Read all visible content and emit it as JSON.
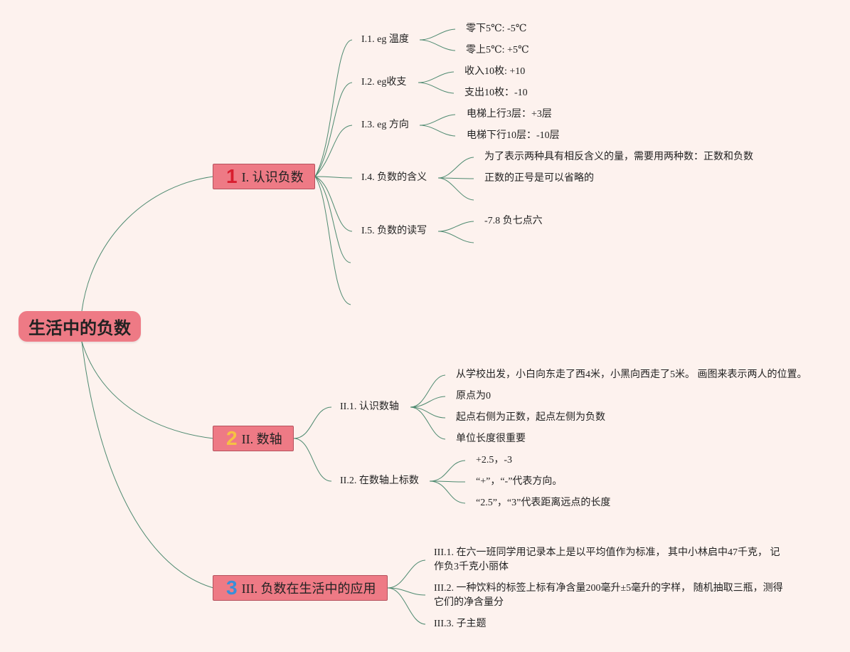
{
  "root": {
    "label": "生活中的负数"
  },
  "branches": [
    {
      "num": "1",
      "num_color": "#d81e2f",
      "label": "I. 认识负数",
      "children": [
        {
          "label": "I.1. eg 温度",
          "children": [
            "零下5℃: -5℃",
            "零上5℃: +5℃"
          ]
        },
        {
          "label": "I.2. eg收支",
          "children": [
            "收入10枚: +10",
            "支出10枚：-10"
          ]
        },
        {
          "label": "I.3. eg 方向",
          "children": [
            "电梯上行3层：+3层",
            "电梯下行10层：-10层"
          ]
        },
        {
          "label": "I.4. 负数的含义",
          "children": [
            "为了表示两种具有相反含义的量，需要用两种数：正数和负数",
            "正数的正号是可以省略的"
          ]
        },
        {
          "label": "I.5. 负数的读写",
          "children": [
            "-7.8 负七点六"
          ]
        }
      ]
    },
    {
      "num": "2",
      "num_color": "#f6c243",
      "label": "II. 数轴",
      "children": [
        {
          "label": "II.1. 认识数轴",
          "children": [
            "从学校出发，小白向东走了西4米，小黑向西走了5米。 画图来表示两人的位置。",
            "原点为0",
            "起点右侧为正数，起点左侧为负数",
            "单位长度很重要"
          ]
        },
        {
          "label": "II.2. 在数轴上标数",
          "children": [
            "+2.5，-3",
            "“+”，“-”代表方向。",
            "“2.5”，“3”代表距离远点的长度"
          ]
        }
      ]
    },
    {
      "num": "3",
      "num_color": "#3a8fd8",
      "label": "III. 负数在生活中的应用",
      "children": [
        {
          "label": "III.1. 在六一班同学用记录本上是以平均值作为标准， 其中小林启中47千克， 记作负3千克小丽体"
        },
        {
          "label": "III.2. 一种饮料的标签上标有净含量200毫升±5毫升的字样， 随机抽取三瓶，测得它们的净含量分"
        },
        {
          "label": "III.3. 子主题"
        }
      ]
    }
  ]
}
